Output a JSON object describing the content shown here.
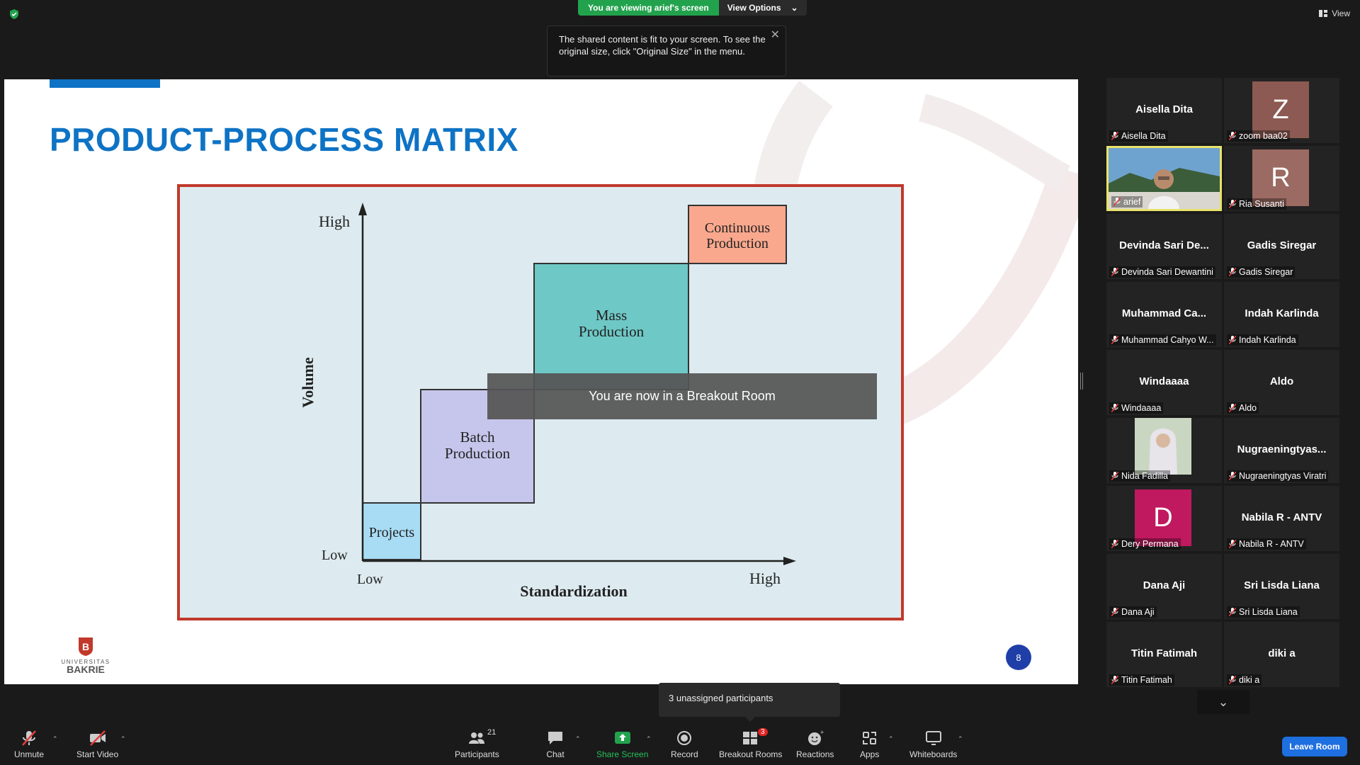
{
  "top": {
    "viewing_label": "You are viewing arief's screen",
    "view_options": "View Options",
    "view_label": "View"
  },
  "tooltip": {
    "text": "The shared content is fit to your screen. To see the original size, click \"Original Size\" in the menu."
  },
  "slide": {
    "title": "PRODUCT-PROCESS MATRIX",
    "page_number": "8",
    "logo_line1": "UNIVERSITAS",
    "logo_line2": "BAKRIE",
    "diagram": {
      "y_high": "High",
      "y_low": "Low",
      "y_label": "Volume",
      "x_low": "Low",
      "x_high": "High",
      "x_label": "Standardization",
      "box_projects": "Projects",
      "box_batch_1": "Batch",
      "box_batch_2": "Production",
      "box_mass_1": "Mass",
      "box_mass_2": "Production",
      "box_cont_1": "Continuous",
      "box_cont_2": "Production"
    }
  },
  "breakout_toast": "You are now in a Breakout Room",
  "gallery": [
    {
      "big": "Aisella Dita",
      "label": "Aisella Dita"
    },
    {
      "avatar": "Z",
      "label": "zoom baa02",
      "color": "#8c5a52"
    },
    {
      "label": "arief",
      "video": true
    },
    {
      "avatar": "R",
      "label": "Ria Susanti",
      "color": "#9b6a62"
    },
    {
      "big": "Devinda Sari De...",
      "label": "Devinda Sari Dewantini"
    },
    {
      "big": "Gadis Siregar",
      "label": "Gadis Siregar"
    },
    {
      "big": "Muhammad Ca...",
      "label": "Muhammad Cahyo W..."
    },
    {
      "big": "Indah Karlinda",
      "label": "Indah Karlinda"
    },
    {
      "big": "Windaaaa",
      "label": "Windaaaa"
    },
    {
      "big": "Aldo",
      "label": "Aldo"
    },
    {
      "label": "Nida Fadilla",
      "photo": true
    },
    {
      "big": "Nugraeningtyas...",
      "label": "Nugraeningtyas Viratri"
    },
    {
      "avatar": "D",
      "label": "Dery Permana",
      "color": "#c0195f"
    },
    {
      "big": "Nabila R - ANTV",
      "label": "Nabila R - ANTV"
    },
    {
      "big": "Dana Aji",
      "label": "Dana Aji"
    },
    {
      "big": "Sri Lisda Liana",
      "label": "Sri Lisda Liana"
    },
    {
      "big": "Titin Fatimah",
      "label": "Titin Fatimah"
    },
    {
      "big": "diki a",
      "label": "diki a"
    }
  ],
  "unassigned": "3 unassigned participants",
  "toolbar": {
    "unmute": "Unmute",
    "start_video": "Start Video",
    "participants": "Participants",
    "participants_count": "21",
    "chat": "Chat",
    "share_screen": "Share Screen",
    "record": "Record",
    "breakout_rooms": "Breakout Rooms",
    "breakout_badge": "3",
    "reactions": "Reactions",
    "apps": "Apps",
    "whiteboards": "Whiteboards",
    "leave_room": "Leave Room"
  },
  "colors": {
    "accent_blue": "#0e73c5",
    "zoom_green": "#23a24d",
    "leave_blue": "#1e6fe0"
  }
}
